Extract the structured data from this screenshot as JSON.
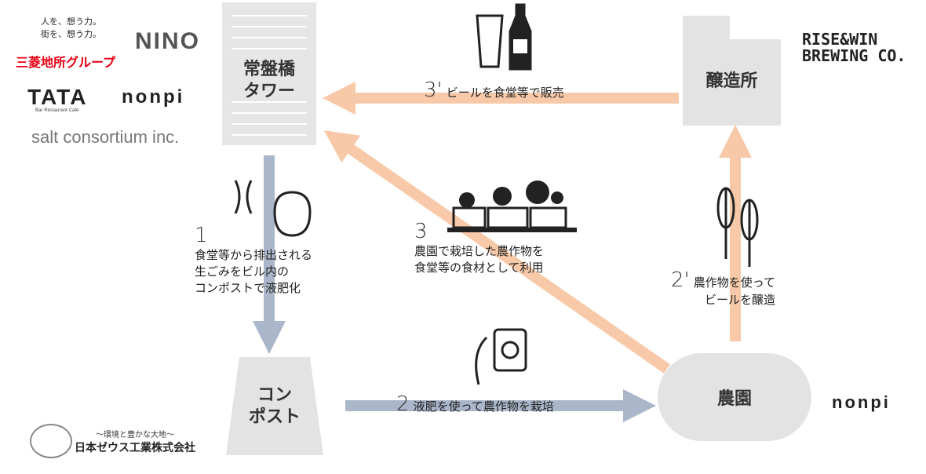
{
  "nodes": {
    "tower": "常盤橋\nタワー",
    "tower_l1": "常盤橋",
    "tower_l2": "タワー",
    "brewery": "醸造所",
    "compost_l1": "コン",
    "compost_l2": "ポスト",
    "farm": "農園"
  },
  "steps": {
    "s1": {
      "num": "1",
      "lines": [
        "食堂等から排出される",
        "生ごみをビル内の",
        "コンポストで液肥化"
      ]
    },
    "s2": {
      "num": "2",
      "text": "液肥を使って農作物を栽培"
    },
    "s2p": {
      "num": "2'",
      "lines": [
        "農作物を使って",
        "ビールを醸造"
      ]
    },
    "s3": {
      "num": "3",
      "lines": [
        "農園で栽培した農作物を",
        "食堂等の食材として利用"
      ]
    },
    "s3p": {
      "num": "3'",
      "text": "ビールを食堂等で販売"
    }
  },
  "logos": {
    "mitsubishi_tag1": "人を、想う力。",
    "mitsubishi_tag2": "街を、想う力。",
    "mitsubishi": "三菱地所グループ",
    "nino": "NINO",
    "tata": "TATA",
    "tata_sub": "Bar·Restaurant·Cafe",
    "nonpi": "nonPI",
    "salt": "salt consortium inc.",
    "rise1": "RISE&WIN",
    "rise2": "BREWING CO.",
    "zeus_tag": "〜環境と豊かな大地〜",
    "zeus": "日本ゼウス工業株式会社",
    "nonpi2": "nonPI"
  },
  "colors": {
    "orange": "#f7c9a8",
    "blue": "#aab6c9",
    "node": "#e3e3e3",
    "red": "#e60012"
  }
}
